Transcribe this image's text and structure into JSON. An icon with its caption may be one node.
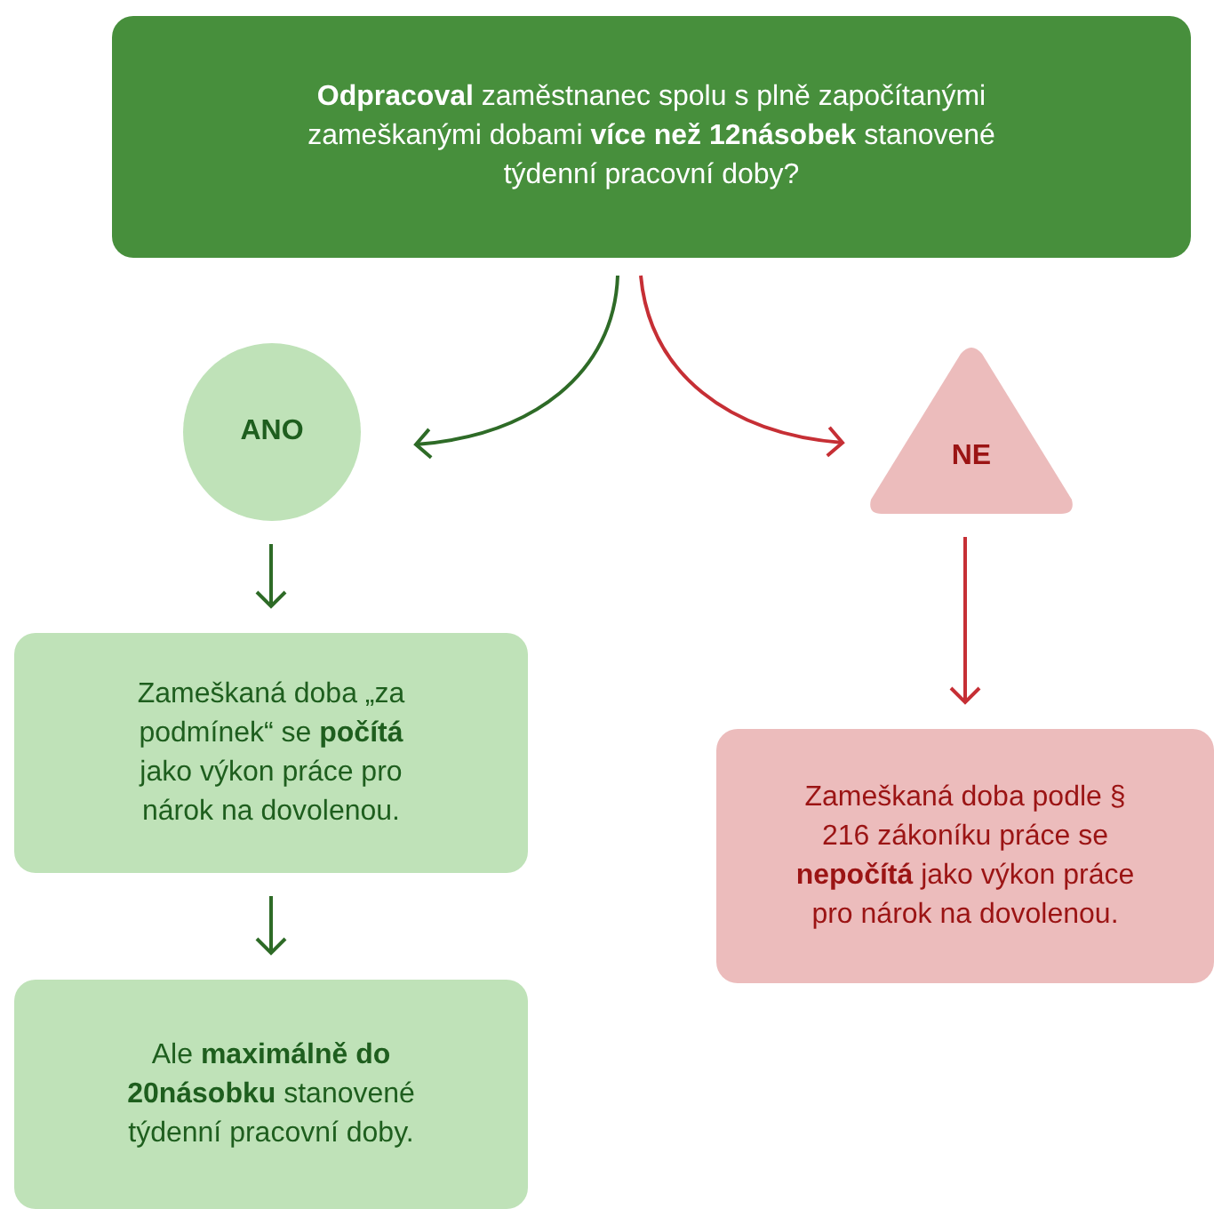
{
  "diagram": {
    "nodes": [
      {
        "text": [
          "**Odpracoval** zaměstnanec spolu s plně započítanými zameškanými dobami **více než 12násobek** stanovené týdenní pracovní doby?"
        ]
      },
      {
        "text": [
          "ANO"
        ]
      },
      {
        "text": [
          "NE"
        ]
      },
      {
        "text": [
          "Zameškaná doba „za podmínek“ se **počítá** jako výkon práce pro nárok na dovolenou."
        ]
      },
      {
        "text": [
          "Ale **maximálně do 20násobku** stanovené týdenní pracovní doby."
        ]
      },
      {
        "text": [
          "Zameškaná doba podle § 216 zákoníku práce se **nepočítá** jako výkon práce pro nárok na dovolenou."
        ]
      }
    ],
    "edges": [
      {
        "from": 0,
        "to": 1,
        "arrow": "to"
      },
      {
        "from": 0,
        "to": 2,
        "arrow": "to",
        "color": "#c62f35"
      },
      {
        "from": 1,
        "to": 3,
        "arrow": "to"
      },
      {
        "from": 3,
        "to": 4,
        "arrow": "to"
      },
      {
        "from": 2,
        "to": 5,
        "arrow": "to",
        "color": "#c62f35"
      }
    ]
  }
}
